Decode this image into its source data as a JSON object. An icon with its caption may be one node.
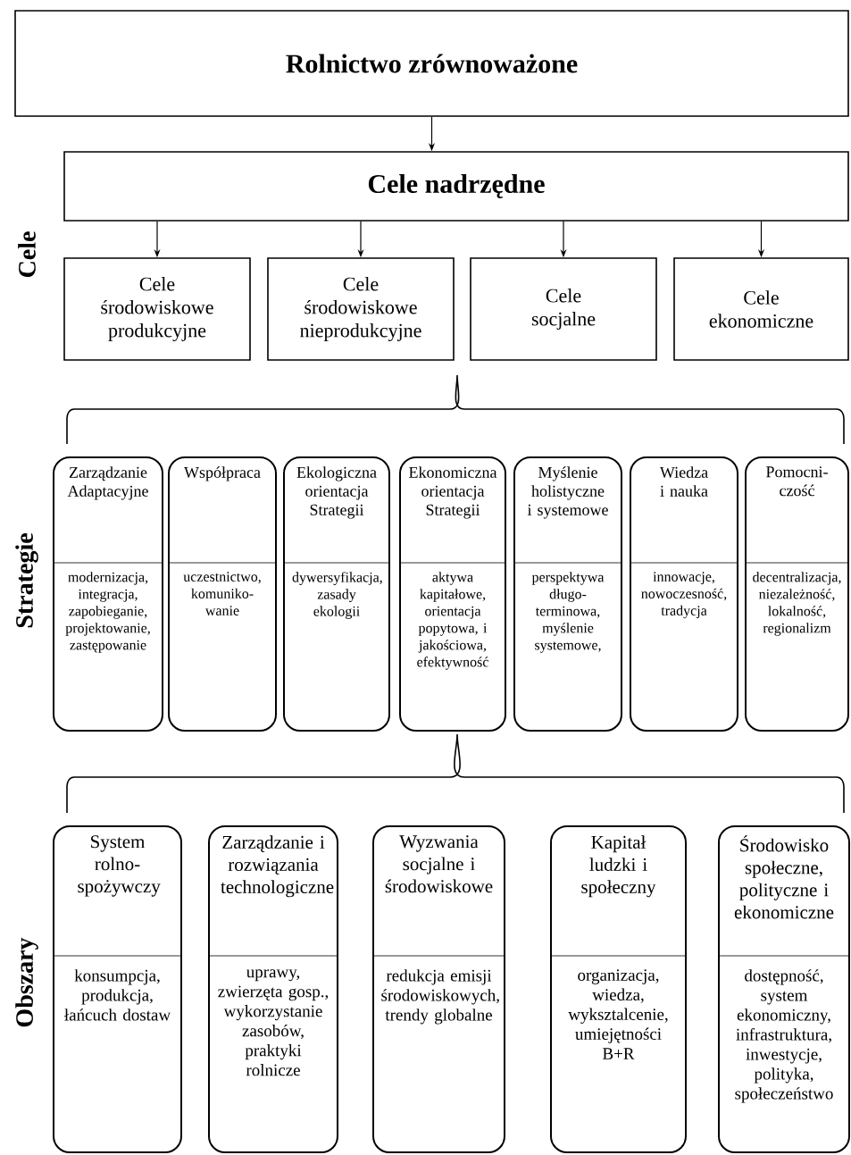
{
  "diagram": {
    "nodes": [
      {
        "text": [
          "Rolnictwo zrównoważone"
        ]
      },
      {
        "text": [
          "Cele nadrzędne"
        ]
      },
      {
        "text": [
          "Cele środowiskowe produkcyjne"
        ]
      },
      {
        "text": [
          "Cele środowiskowe nieprodukcyjne"
        ]
      },
      {
        "text": [
          "Cele socjalne"
        ]
      },
      {
        "text": [
          "Cele ekonomiczne"
        ]
      },
      {
        "text": [
          "Zarządzanie Adaptacyjne",
          "modernizacja, integracja, zapobieganie, projektowanie, zastępowanie"
        ]
      },
      {
        "text": [
          "Współpraca",
          "uczestnictwo, komuniko- wanie"
        ]
      },
      {
        "text": [
          "Ekologiczna orientacja Strategii",
          "dywersyfikacja, zasady ekologii"
        ]
      },
      {
        "text": [
          "Ekonomiczna orientacja Strategii",
          "aktywa kapitałowe, orientacja popytowa, i jakościowa, efektywność"
        ]
      },
      {
        "text": [
          "Myślenie holistyczne i systemowe",
          "perspektywa długo- terminowa, myślenie systemowe,"
        ]
      },
      {
        "text": [
          "Wiedza i nauka",
          "innowacje, nowoczesność, tradycja"
        ]
      },
      {
        "text": [
          "Pomocni- czość",
          "decentralizacja, niezależność, lokalność, regionalizm"
        ]
      },
      {
        "text": [
          "System rolno- spożywczy",
          "konsumpcja, produkcja, łańcuch dostaw"
        ]
      },
      {
        "text": [
          "Zarządzanie i rozwiązania technologiczne",
          "uprawy, zwierzęta gosp., wykorzystanie zasobów, praktyki rolnicze"
        ]
      },
      {
        "text": [
          "Wyzwania socjalne i środowiskowe",
          "redukcja emisji środowiskowych, trendy globalne"
        ]
      },
      {
        "text": [
          "Kapitał ludzki i społeczny",
          "organizacja, wiedza, wyksztalcenie, umiejętności B+R"
        ]
      },
      {
        "text": [
          "Środowisko społeczne, polityczne i ekonomiczne",
          "dostępność, system ekonomiczny, infrastruktura, inwestycje, polityka, społeczeństwo"
        ]
      }
    ],
    "edges": [
      {
        "from": 0,
        "to": 1,
        "arrow": "to"
      },
      {
        "from": 1,
        "to": 2,
        "arrow": "to"
      },
      {
        "from": 1,
        "to": 3,
        "arrow": "to"
      },
      {
        "from": 1,
        "to": 4,
        "arrow": "to"
      },
      {
        "from": 1,
        "to": 5,
        "arrow": "to"
      }
    ],
    "labels": [
      "Cele",
      "Strategie",
      "Obszary"
    ]
  }
}
